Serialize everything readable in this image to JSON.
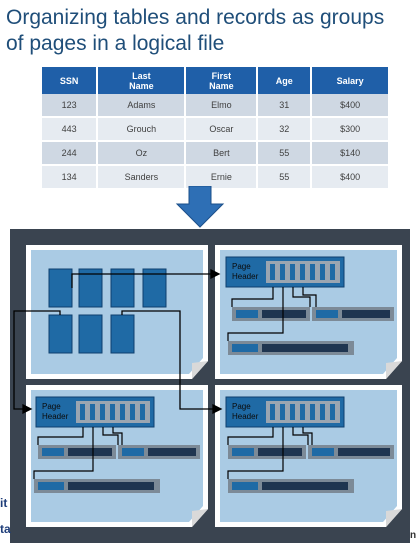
{
  "title": "Organizing tables and records as groups of pages in a logical file",
  "table": {
    "headers": [
      [
        "SSN"
      ],
      [
        "Last",
        "Name"
      ],
      [
        "First",
        "Name"
      ],
      [
        "Age"
      ],
      [
        "Salary"
      ]
    ],
    "rows": [
      [
        "123",
        "Adams",
        "Elmo",
        "31",
        "$400"
      ],
      [
        "443",
        "Grouch",
        "Oscar",
        "32",
        "$300"
      ],
      [
        "244",
        "Oz",
        "Bert",
        "55",
        "$140"
      ],
      [
        "134",
        "Sanders",
        "Ernie",
        "55",
        "$400"
      ]
    ]
  },
  "diagram": {
    "page_header_label": [
      "Page",
      "Header"
    ],
    "page_count": 4
  },
  "side_text": [
    "it",
    "ta",
    "n"
  ],
  "colors": {
    "title": "#1f4e79",
    "table_header": "#1f5fa8",
    "row_odd": "#cfd8e3",
    "row_even": "#e6ebf1",
    "page_fill": "#aacbe4",
    "block_fill": "#1f6aa5",
    "arrow": "#2e6fb5",
    "record_fill": "#7c8a97"
  }
}
